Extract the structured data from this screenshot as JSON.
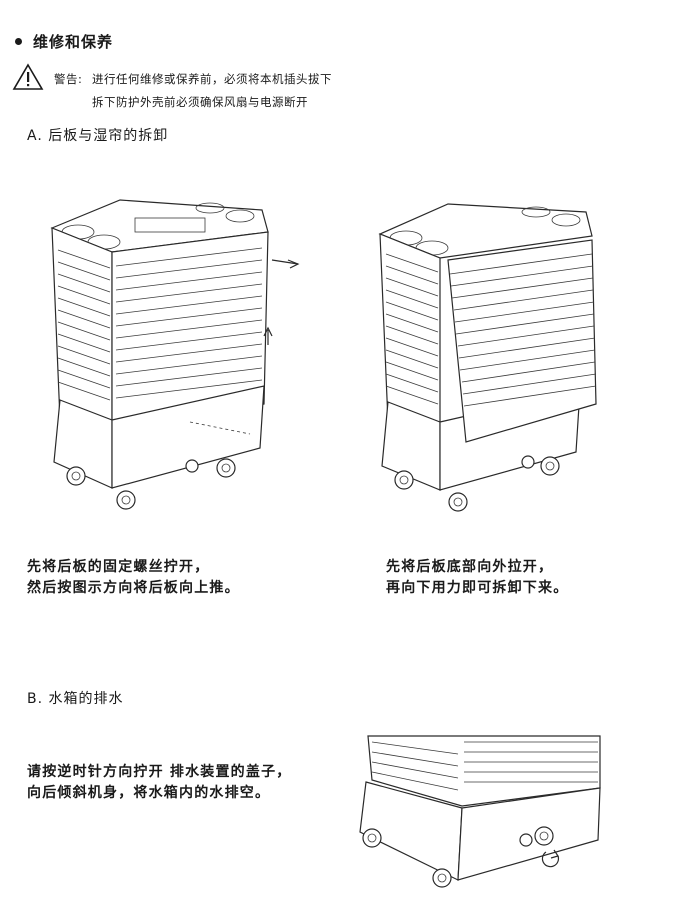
{
  "header": {
    "title": "维修和保养",
    "warning_label": "警告:",
    "warning_line1": "进行任何维修或保养前，必须将本机插头拔下",
    "warning_line2": "拆下防护外壳前必须确保风扇与电源断开"
  },
  "section_a": {
    "title": "A. 后板与湿帘的拆卸",
    "caption_left_line1": "先将后板的固定螺丝拧开，",
    "caption_left_line2": "然后按图示方向将后板向上推。",
    "caption_right_line1": "先将后板底部向外拉开，",
    "caption_right_line2": "再向下用力即可拆卸下来。"
  },
  "section_b": {
    "title": "B. 水箱的排水",
    "caption_line1": "请按逆时针方向拧开 排水装置的盖子，",
    "caption_line2": "向后倾斜机身，将水箱内的水排空。"
  },
  "icons": {
    "warning": "warning-triangle-icon",
    "bullet": "bullet-dot-icon"
  }
}
